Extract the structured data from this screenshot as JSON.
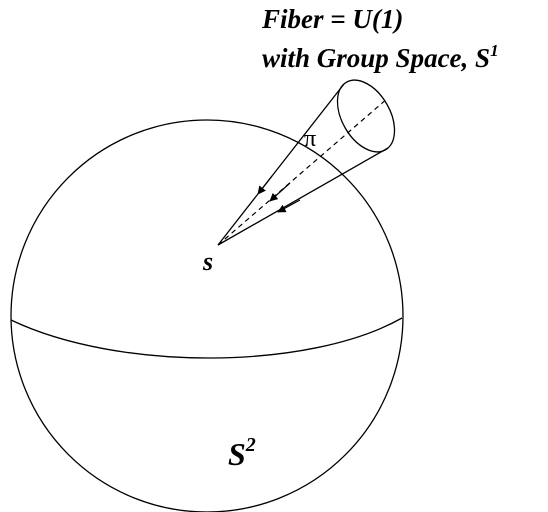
{
  "labels": {
    "title_line1": "Fiber = U(1)",
    "title_line2_prefix": "with Group Space, S",
    "title_line2_sup": "1",
    "pi": "π",
    "point": "s",
    "sphere_base": "S",
    "sphere_sup": "2"
  },
  "colors": {
    "stroke": "#000000",
    "background": "#ffffff"
  }
}
